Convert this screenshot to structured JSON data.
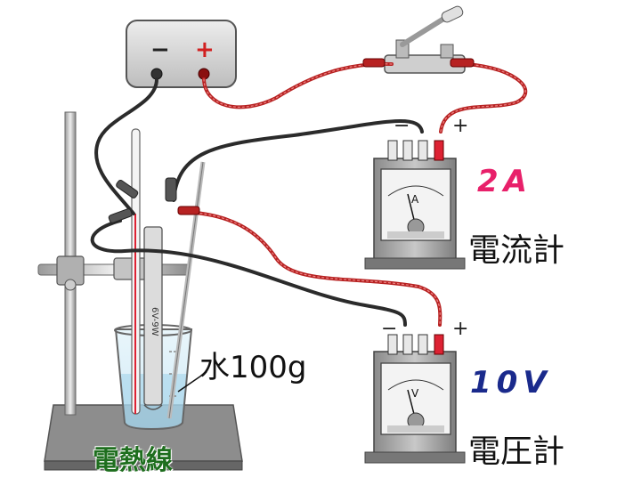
{
  "power_supply": {
    "minus_label": "−",
    "plus_label": "+"
  },
  "ammeter": {
    "minus_label": "−",
    "plus_label": "+",
    "dial_unit": "A",
    "reading": "2A",
    "reading_color": "#e8206a",
    "name": "電流計"
  },
  "voltmeter": {
    "minus_label": "−",
    "plus_label": "+",
    "dial_unit": "V",
    "reading": "10V",
    "reading_color": "#1a2a8c",
    "name": "電圧計"
  },
  "beaker": {
    "label": "水100g"
  },
  "heater": {
    "label": "電熱線",
    "rating": "6V-9W"
  }
}
